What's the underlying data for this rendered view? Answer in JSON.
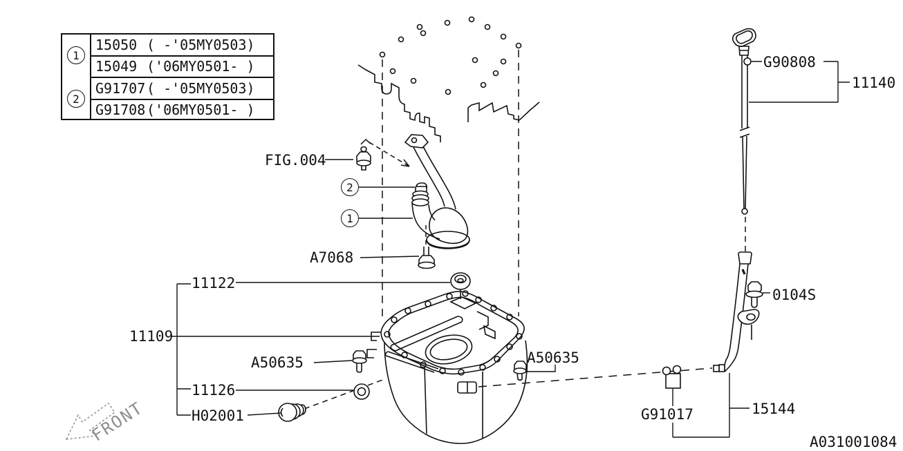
{
  "diagram": {
    "drawing_number": "A031001084",
    "front_label": "FRONT"
  },
  "parts_table": {
    "ref_1": "1",
    "ref_2": "2",
    "rows": [
      {
        "ref": "1",
        "part_number": "15050",
        "applicability": "( -'05MY0503)"
      },
      {
        "ref": "1",
        "part_number": "15049",
        "applicability": "('06MY0501- )"
      },
      {
        "ref": "2",
        "part_number": "G91707",
        "applicability": "( -'05MY0503)"
      },
      {
        "ref": "2",
        "part_number": "G91708",
        "applicability": "('06MY0501- )"
      }
    ]
  },
  "callouts": {
    "fig_ref": "FIG.004",
    "ref_1": "1",
    "ref_2": "2",
    "a7068": "A7068",
    "p11122": "11122",
    "p11109": "11109",
    "a50635_left": "A50635",
    "p11126": "11126",
    "h02001": "H02001",
    "a50635_right": "A50635",
    "g90808": "G90808",
    "p11140": "11140",
    "s0104": "0104S",
    "g91017": "G91017",
    "p15144": "15144"
  }
}
